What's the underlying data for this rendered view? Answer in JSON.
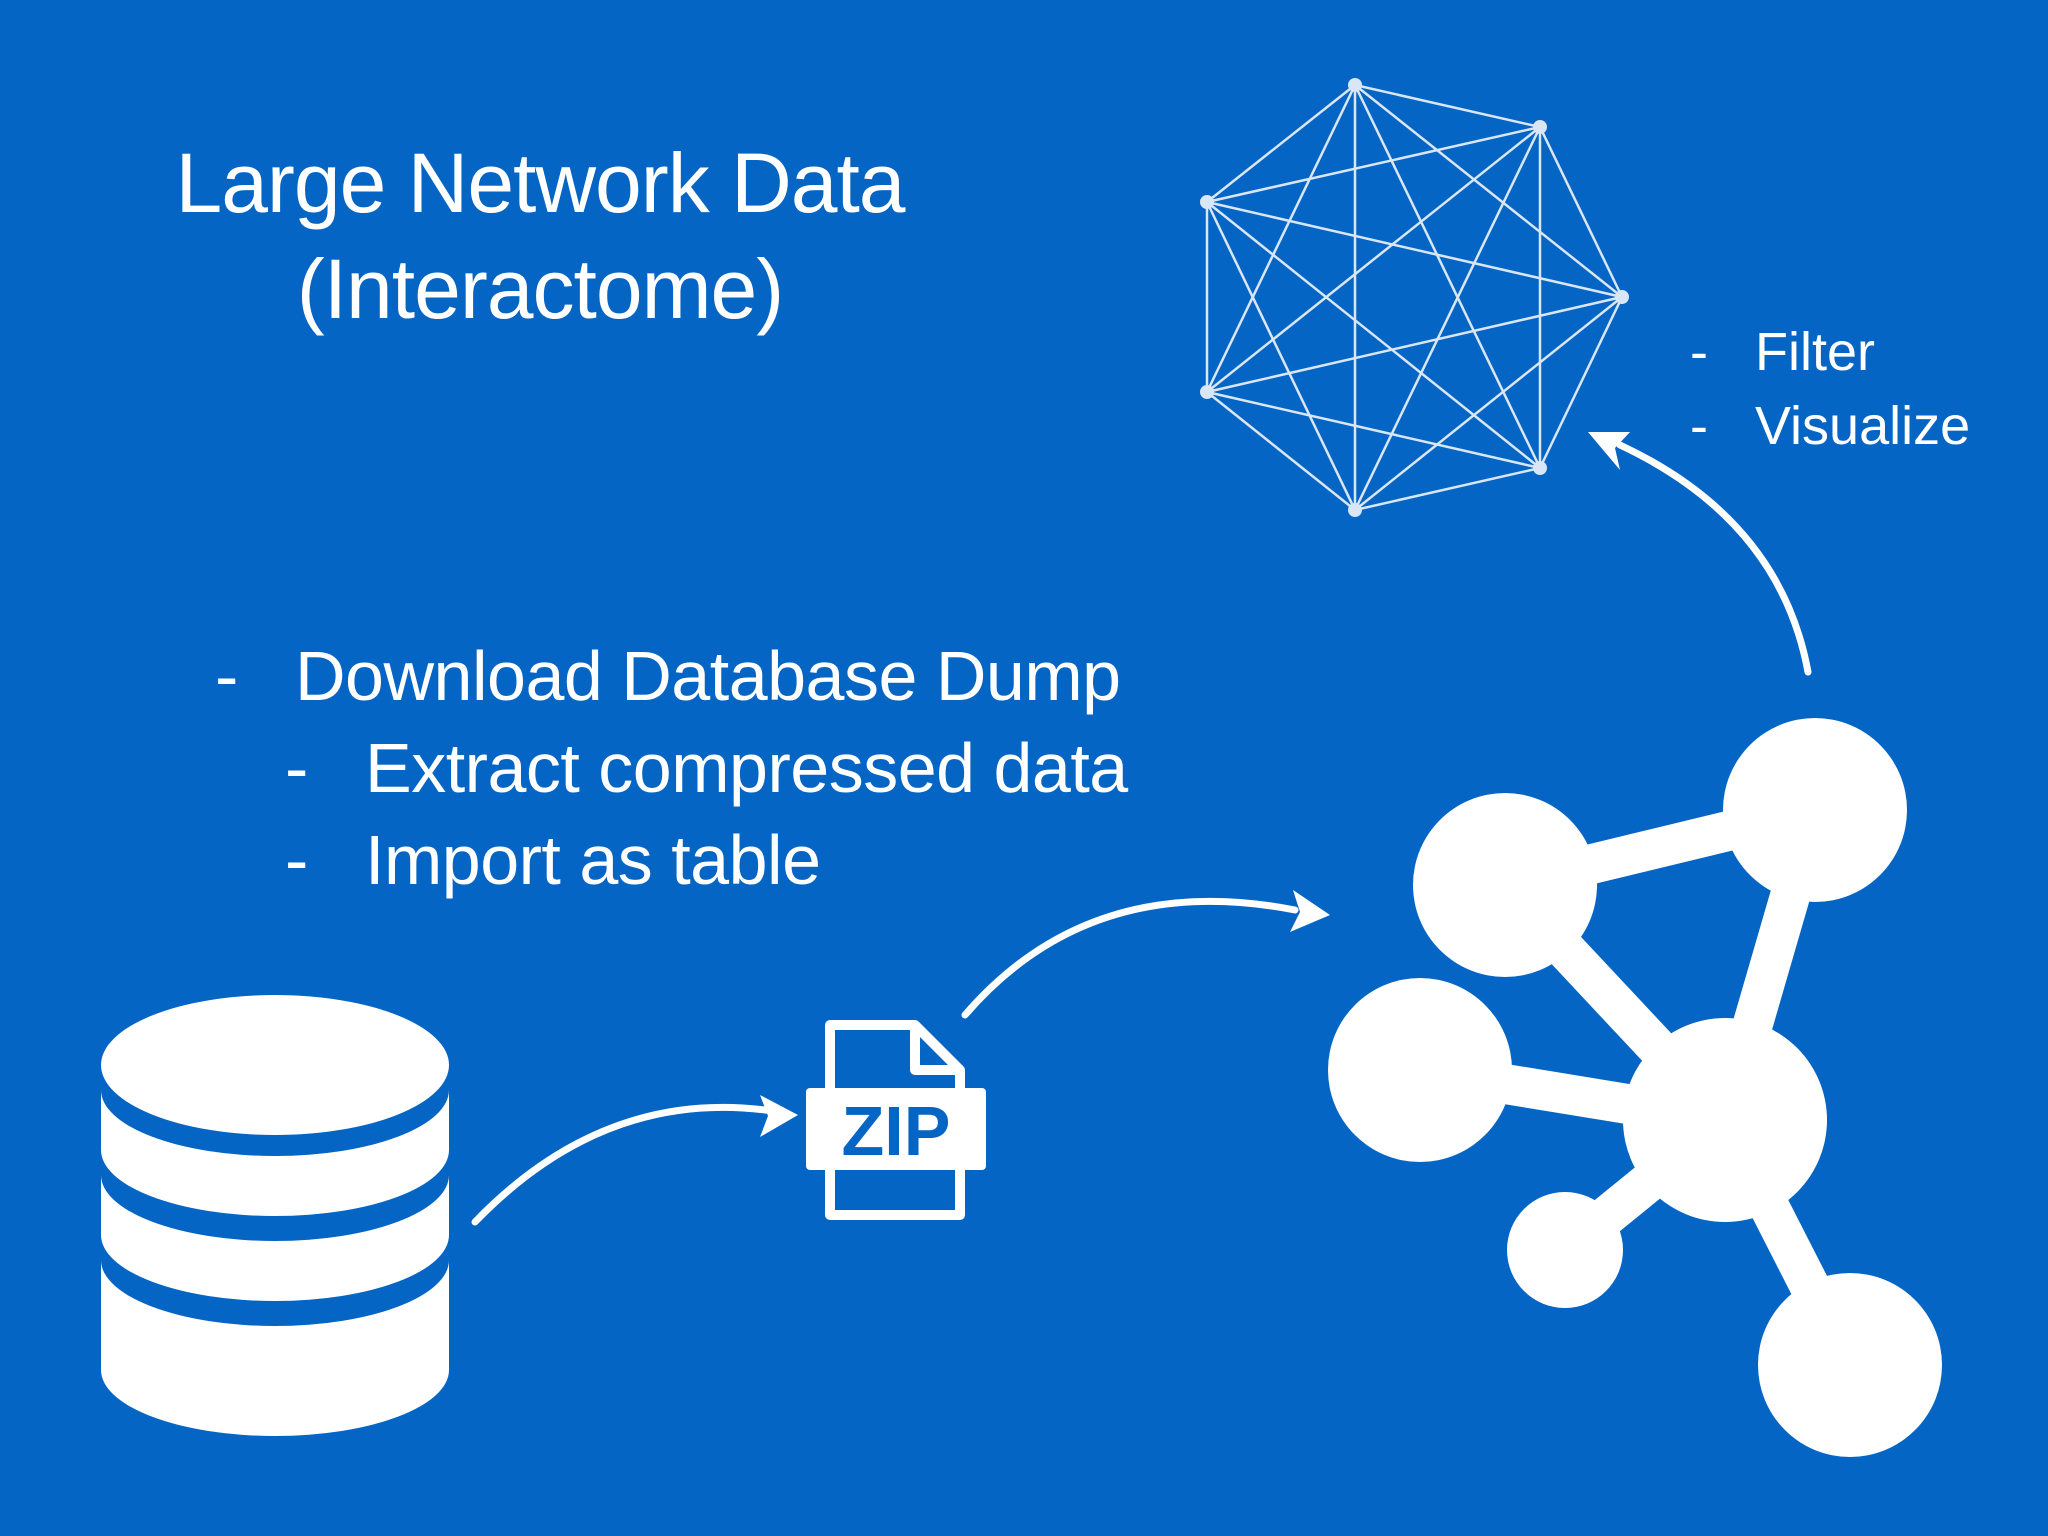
{
  "title": {
    "line1": "Large Network Data",
    "line2": "(Interactome)"
  },
  "main_steps": {
    "dash": "-",
    "items": [
      "Download Database Dump",
      "Extract compressed data",
      "Import as table"
    ]
  },
  "side_steps": {
    "dash": "-",
    "items": [
      "Filter",
      "Visualize"
    ]
  },
  "zip_icon": {
    "label": "ZIP"
  },
  "icons": [
    "database-icon",
    "zip-file-icon",
    "network-molecule-icon",
    "network-graph-icon"
  ],
  "colors": {
    "background": "#0565C4",
    "foreground": "#FFFFFF",
    "graph_nodes": "#D9E6F5"
  }
}
